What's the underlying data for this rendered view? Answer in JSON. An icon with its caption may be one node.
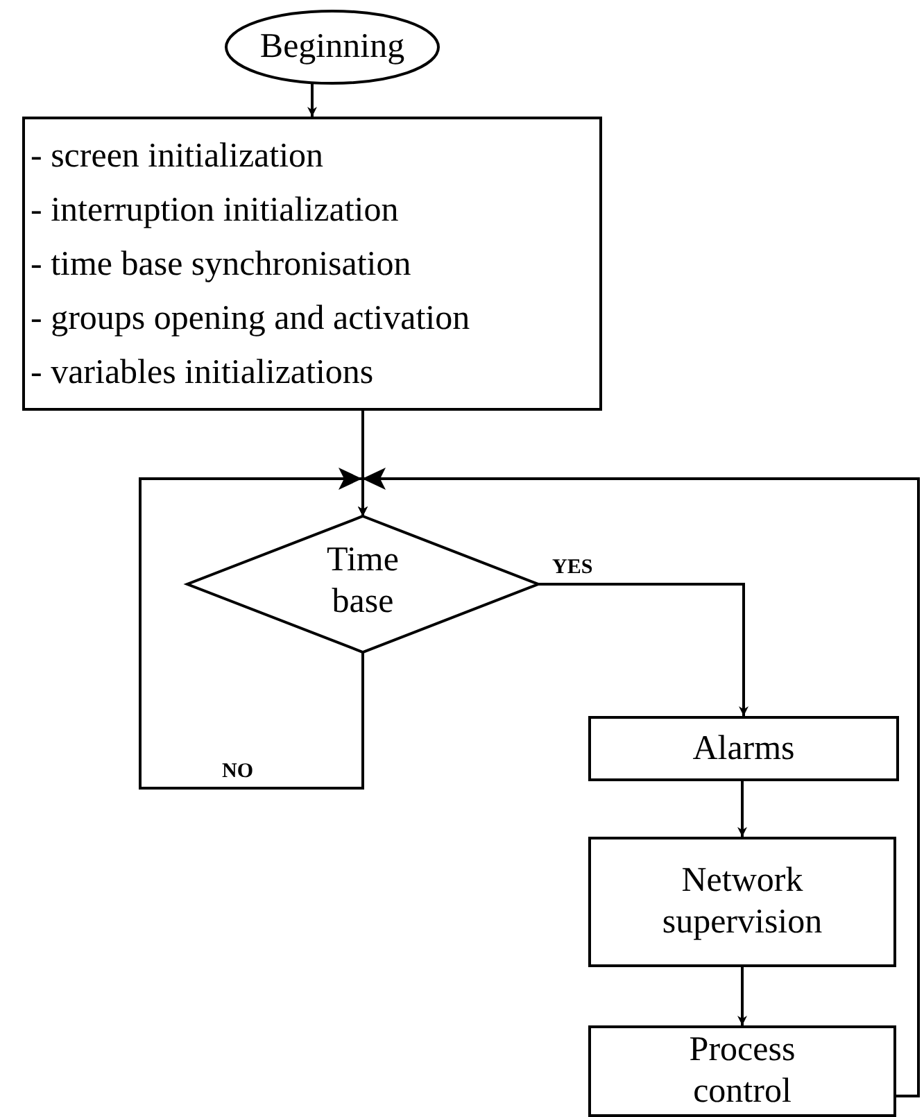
{
  "diagram": {
    "nodes": [
      {
        "text": [
          "Beginning"
        ]
      },
      {
        "text": [
          "- screen initialization",
          "- interruption initialization",
          "- time base synchronisation",
          "- groups opening and activation",
          "- variables initializations"
        ]
      },
      {
        "text": [
          "Time base"
        ]
      },
      {
        "text": [
          "Alarms"
        ]
      },
      {
        "text": [
          "Network supervision"
        ]
      },
      {
        "text": [
          "Process control"
        ]
      }
    ],
    "edges": [
      {
        "from": 0,
        "to": 1,
        "arrow": "to"
      },
      {
        "from": 1,
        "to": 2,
        "arrow": "to"
      },
      {
        "from": 2,
        "to": 2,
        "label": "NO",
        "arrow": "to"
      },
      {
        "from": 5,
        "to": 2,
        "arrow": "to"
      },
      {
        "from": 2,
        "to": 3,
        "label": "YES",
        "arrow": "to"
      },
      {
        "from": 3,
        "to": 4,
        "arrow": "to"
      },
      {
        "from": 4,
        "to": 5,
        "arrow": "to"
      }
    ]
  }
}
